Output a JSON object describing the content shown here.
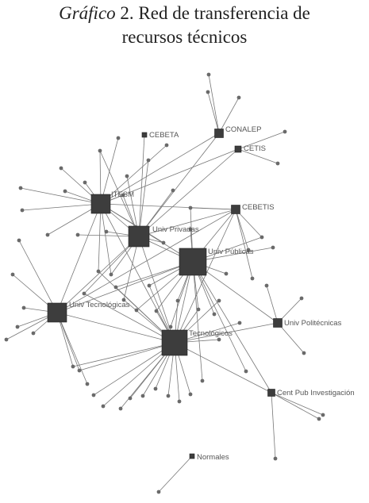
{
  "title": {
    "prefix": "Gráfico",
    "number": "2.",
    "text_line1": "Red de transferencia de",
    "text_line2": "recursos técnicos"
  },
  "colors": {
    "node": "#3d3d3d",
    "edge": "#777777",
    "label": "#555555"
  },
  "nodes": [
    {
      "label": "CEBETA"
    },
    {
      "label": "CONALEP"
    },
    {
      "label": "CETIS"
    },
    {
      "label": "ITESM"
    },
    {
      "label": "CEBETIS"
    },
    {
      "label": "Univ Privadas"
    },
    {
      "label": "Univ Públicas"
    },
    {
      "label": "Univ Tecnológicas"
    },
    {
      "label": "Univ Politécnicas"
    },
    {
      "label": "Tecnológicos"
    },
    {
      "label": "Cent Pub Investigación"
    },
    {
      "label": "Normales"
    }
  ]
}
